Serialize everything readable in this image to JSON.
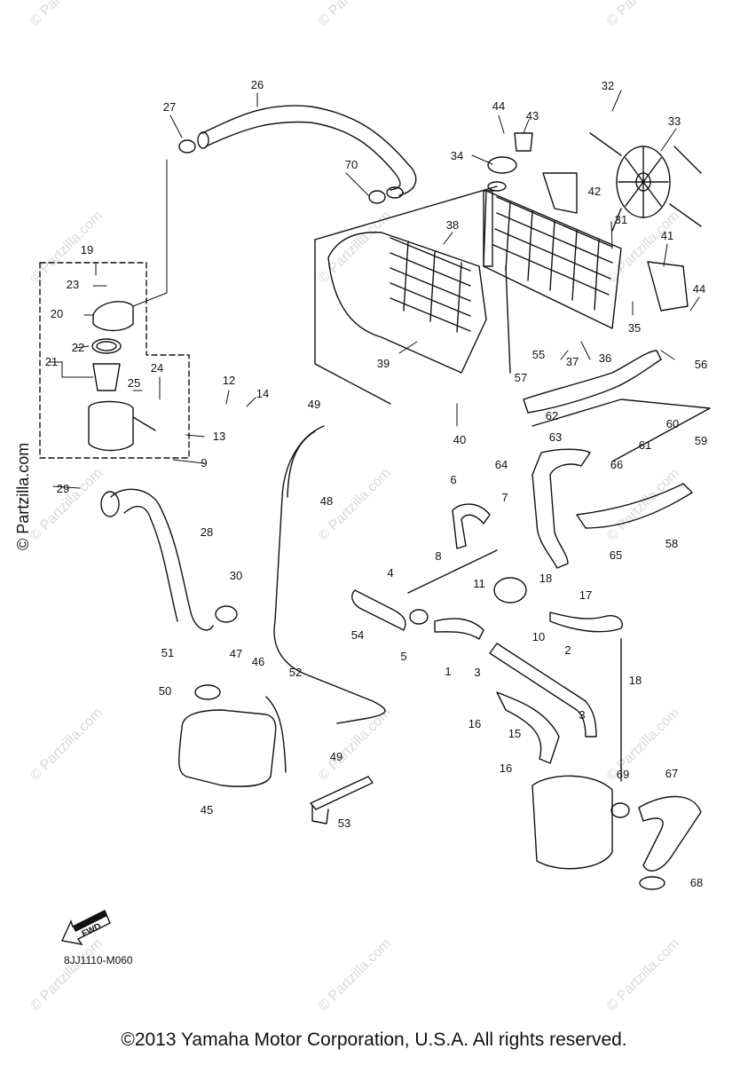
{
  "diagram": {
    "ref_code": "8JJ1110-M060",
    "copyright": "©2013 Yamaha Motor Corporation, U.S.A. All rights reserved.",
    "watermark": "© Partzilla.com",
    "fwd_label": "FWD",
    "callouts": [
      "1",
      "2",
      "3",
      "4",
      "5",
      "6",
      "7",
      "8",
      "10",
      "11",
      "12",
      "13",
      "14",
      "15",
      "16",
      "17",
      "18",
      "19",
      "20",
      "21",
      "22",
      "23",
      "24",
      "25",
      "26",
      "27",
      "28",
      "29",
      "30",
      "31",
      "32",
      "33",
      "34",
      "35",
      "36",
      "37",
      "38",
      "39",
      "40",
      "41",
      "42",
      "43",
      "44",
      "45",
      "46",
      "47",
      "48",
      "49",
      "50",
      "51",
      "52",
      "53",
      "54",
      "55",
      "56",
      "57",
      "58",
      "59",
      "60",
      "61",
      "62",
      "63",
      "64",
      "65",
      "66",
      "67",
      "68",
      "69",
      "70",
      "9"
    ]
  },
  "colors": {
    "ink": "#111111",
    "watermark": "#d9d9d9",
    "background": "#ffffff"
  }
}
